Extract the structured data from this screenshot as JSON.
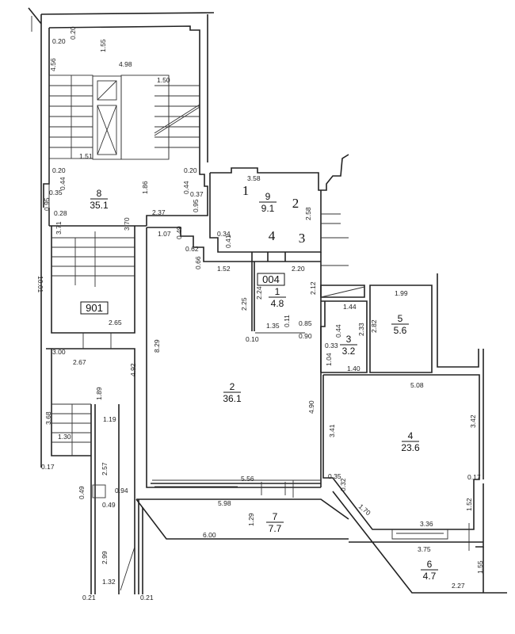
{
  "rooms": [
    {
      "number": "8",
      "area": "35.1"
    },
    {
      "number": "9",
      "area": "9.1"
    },
    {
      "number": "1",
      "area": "4.8"
    },
    {
      "number": "2",
      "area": "36.1"
    },
    {
      "number": "3",
      "area": "3.2"
    },
    {
      "number": "5",
      "area": "5.6"
    },
    {
      "number": "4",
      "area": "23.6"
    },
    {
      "number": "7",
      "area": "7.7"
    },
    {
      "number": "6",
      "area": "4.7"
    }
  ],
  "doors": [
    "1",
    "2",
    "3",
    "4"
  ],
  "tags": [
    "004",
    "901"
  ],
  "dimensions": [
    "0.20",
    "0.20",
    "1.55",
    "4.98",
    "4.56",
    "1.50",
    "1.51",
    "0.20",
    "0.44",
    "0.35",
    "0.95",
    "0.28",
    "1.86",
    "0.20",
    "0.44",
    "0.37",
    "0.95",
    "2.37",
    "3.71",
    "3.70",
    "3.58",
    "2.58",
    "0.34",
    "0.41",
    "1.07",
    "0.49",
    "0.62",
    "0.66",
    "1.52",
    "2.20",
    "2.12",
    "2.25",
    "2.24",
    "1.35",
    "0.11",
    "0.85",
    "0.90",
    "0.10",
    "1.44",
    "0.44",
    "2.33",
    "0.33",
    "1.04",
    "1.40",
    "2.82",
    "1.99",
    "5.08",
    "3.41",
    "3.42",
    "4.90",
    "8.29",
    "0.35",
    "0.32",
    "0.17",
    "1.52",
    "1.70",
    "3.36",
    "3.75",
    "1.55",
    "2.27",
    "5.56",
    "5.98",
    "1.29",
    "6.00",
    "10.01",
    "2.65",
    "3.00",
    "2.67",
    "4.92",
    "1.89",
    "1.19",
    "3.68",
    "1.30",
    "2.57",
    "0.17",
    "0.49",
    "0.94",
    "0.49",
    "2.99",
    "1.32",
    "0.21",
    "0.21"
  ]
}
